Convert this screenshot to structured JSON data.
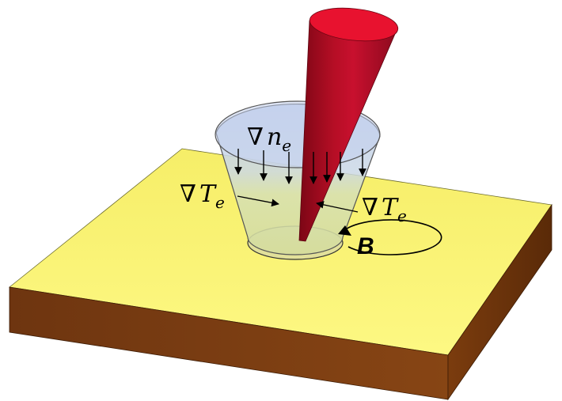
{
  "labels": {
    "grad_ne": {
      "symbol": "∇",
      "variable": "n",
      "subscript": "e"
    },
    "grad_te_left": {
      "symbol": "∇",
      "variable": "T",
      "subscript": "e"
    },
    "grad_te_right": {
      "symbol": "∇",
      "variable": "T",
      "subscript": "e"
    },
    "magnetic_field": "B"
  },
  "colors": {
    "slab_top": "#fbf57a",
    "slab_front": "#7a3b10",
    "slab_side": "#5a2a08",
    "beam": "#c8102e",
    "beam_dark": "#8b0a1e",
    "plume": "#c8d6ee",
    "plume_lower": "#d7e2b8",
    "spot": "#e1e09a"
  },
  "icons": {
    "density_arrows": "down-arrow-icon",
    "gradient_arrows": "arrow-icon",
    "field_loop": "circular-arrow-icon"
  }
}
